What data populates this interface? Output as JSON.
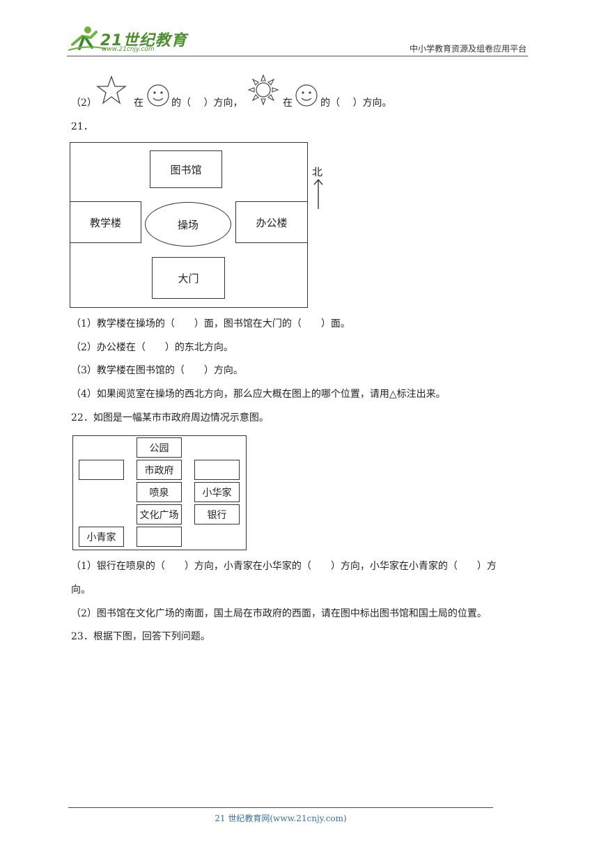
{
  "header": {
    "logo_text": "21世纪教育",
    "logo_url": "www.21cnjy.com",
    "right_text": "中小学教育资源及组卷应用平台"
  },
  "q20_part2": {
    "num": "（2）",
    "t1": "在",
    "t2": "的（　 ）方向，",
    "t3": "在",
    "t4": "的（　 ）方向。"
  },
  "q21": {
    "number": "21．",
    "map": {
      "library": "图书馆",
      "teaching": "教学楼",
      "playground": "操场",
      "office": "办公楼",
      "gate": "大门",
      "north": "北"
    },
    "questions": [
      "（1）教学楼在操场的（　　）面，图书馆在大门的（　　）面。",
      "（2）办公楼在（　　）的东北方向。",
      "（3）教学楼在图书馆的（　　）方向。",
      "（4）如果阅览室在操场的西北方向，那么应大概在图上的哪个位置，请用△标注出来。"
    ]
  },
  "q22": {
    "title": "22．如图是一幅某市市政府周边情况示意图。",
    "map": {
      "park": "公园",
      "gov": "市政府",
      "fountain": "喷泉",
      "xiaohua": "小华家",
      "culture": "文化广场",
      "bank": "银行",
      "xiaoqing": "小青家"
    },
    "q1_line1": "（1）银行在喷泉的（　　）方向，小青家在小华家的（　　）方向，小华家在小青家的（　　）方",
    "q1_line2": "向。",
    "q2": "（2）图书馆在文化广场的南面，国土局在市政府的西面，请在图中标出图书馆和国土局的位置。"
  },
  "q23": {
    "title": "23．根据下图，回答下列问题。"
  },
  "footer": {
    "text": "21 世纪教育网(www.21cnjy.com)"
  }
}
